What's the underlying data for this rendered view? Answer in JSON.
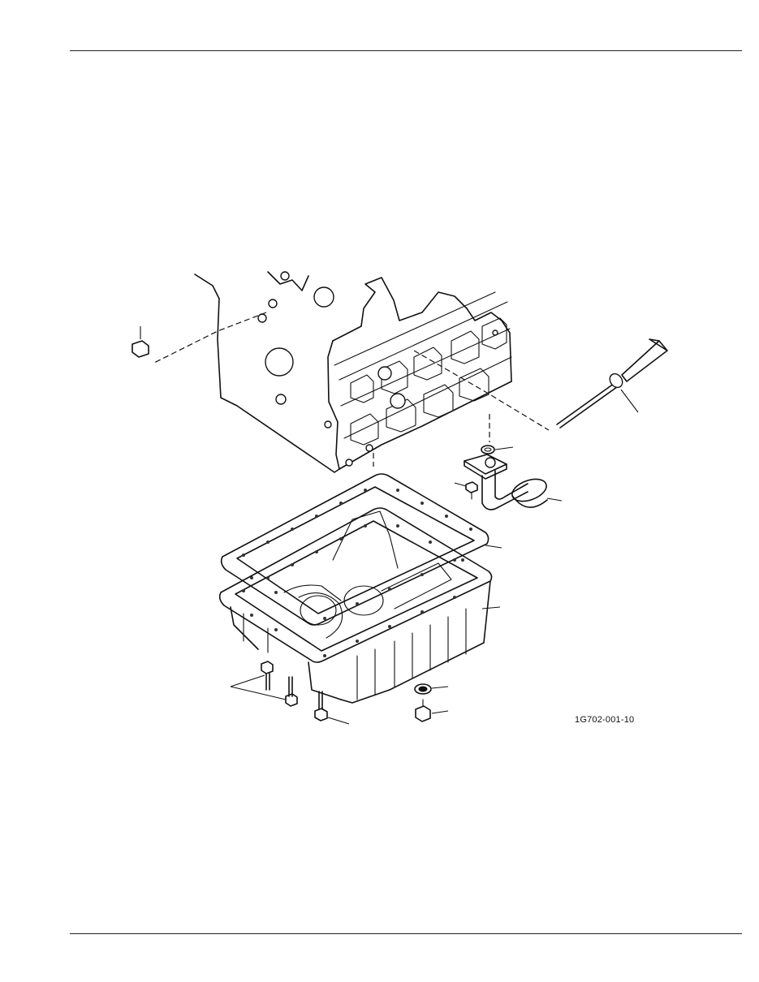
{
  "figure": {
    "id_label": "1G702-001-10"
  },
  "parts": [
    {
      "key": "drain-plug-head-side",
      "icon": "plug-icon"
    },
    {
      "key": "dipstick",
      "icon": "dipstick-icon"
    },
    {
      "key": "o-ring",
      "icon": "o-ring-icon"
    },
    {
      "key": "oil-strainer-bolt",
      "icon": "bolt-icon"
    },
    {
      "key": "oil-strainer",
      "icon": "strainer-icon"
    },
    {
      "key": "oil-pan-gasket",
      "icon": "gasket-icon"
    },
    {
      "key": "oil-pan",
      "icon": "oil-pan-icon"
    },
    {
      "key": "oil-pan-bolts",
      "icon": "bolt-icon"
    },
    {
      "key": "oil-pan-bolt-single",
      "icon": "bolt-icon"
    },
    {
      "key": "drain-plug-gasket",
      "icon": "washer-icon"
    },
    {
      "key": "drain-plug",
      "icon": "plug-icon"
    }
  ]
}
